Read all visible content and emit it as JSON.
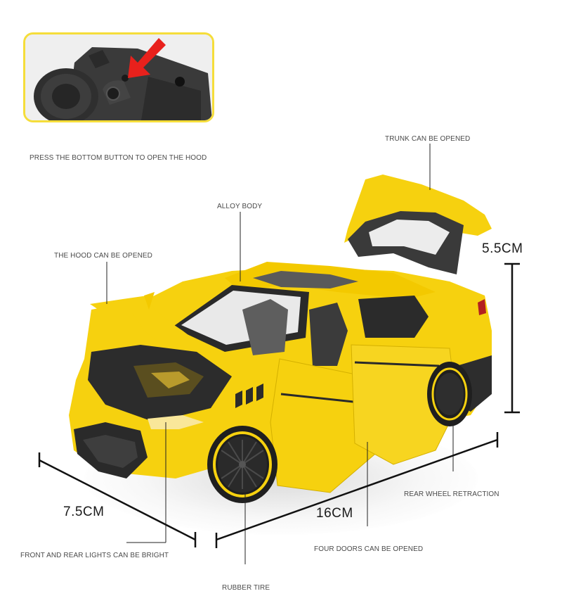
{
  "inset": {
    "caption": "PRESS THE BOTTOM BUTTON TO OPEN THE HOOD",
    "frame_color": "#f5dd3a",
    "arrow_color": "#e8211c"
  },
  "annotations": {
    "trunk": "TRUNK CAN BE OPENED",
    "alloy_body": "ALLOY BODY",
    "hood": "THE HOOD CAN BE OPENED",
    "rear_wheel": "REAR WHEEL RETRACTION",
    "lights": "FRONT AND REAR LIGHTS CAN BE BRIGHT",
    "doors": "FOUR DOORS CAN BE OPENED",
    "tire": "RUBBER TIRE"
  },
  "dimensions": {
    "height": "5.5CM",
    "width": "7.5CM",
    "length": "16CM"
  },
  "product": {
    "body_color": "#f6d10f",
    "trim_color": "#2b2b2b"
  }
}
